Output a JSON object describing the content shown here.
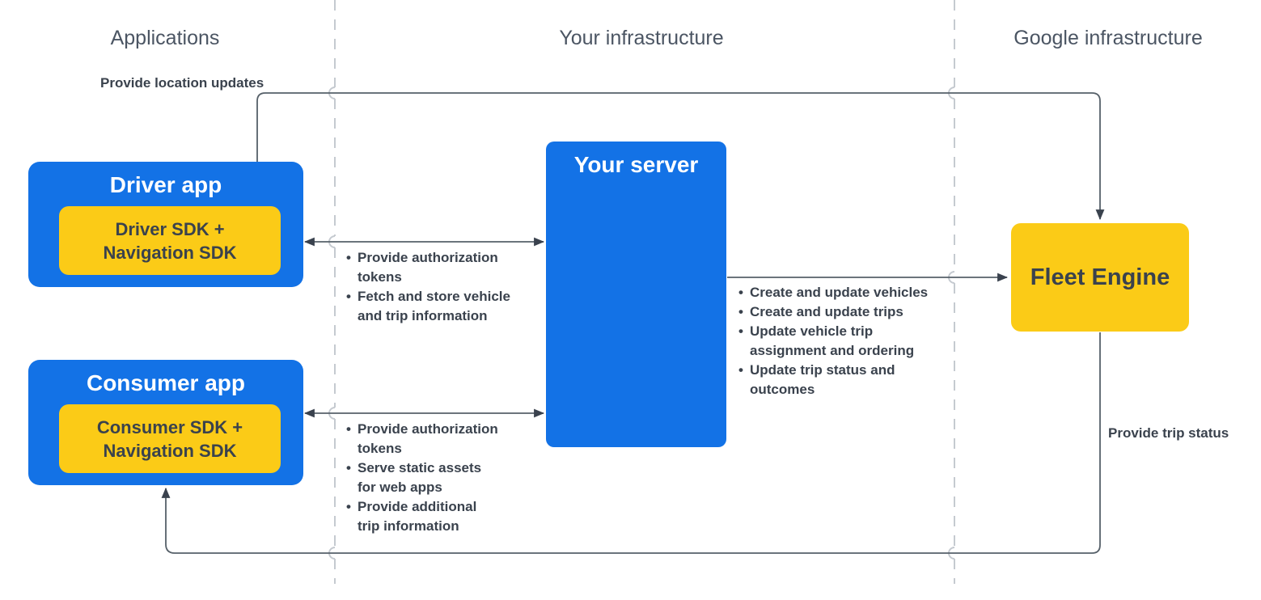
{
  "columns": [
    {
      "label": "Applications"
    },
    {
      "label": "Your infrastructure"
    },
    {
      "label": "Google infrastructure"
    }
  ],
  "nodes": {
    "driver_app": {
      "title": "Driver app",
      "sdk": "Driver SDK +\nNavigation SDK"
    },
    "consumer_app": {
      "title": "Consumer app",
      "sdk": "Consumer SDK +\nNavigation SDK"
    },
    "your_server": {
      "title": "Your server"
    },
    "fleet_engine": {
      "title": "Fleet Engine"
    }
  },
  "edge_labels": {
    "location_updates": "Provide location updates",
    "trip_status": "Provide trip status"
  },
  "bullets": {
    "driver_server": [
      "Provide authorization tokens",
      "Fetch and store vehicle and trip information"
    ],
    "consumer_server": [
      "Provide authorization tokens",
      "Serve static assets for web apps",
      "Provide additional trip information"
    ],
    "server_fleet": [
      "Create and update vehicles",
      "Create and update trips",
      "Update vehicle trip assignment and ordering",
      "Update trip status and outcomes"
    ]
  },
  "colors": {
    "blue": "#1372e6",
    "yellow": "#fbcb17",
    "line": "#566069",
    "arrowhead": "#3a424e",
    "text_dark": "#3a424d",
    "header_text": "#4b5563",
    "dashed": "#c5cad0"
  }
}
